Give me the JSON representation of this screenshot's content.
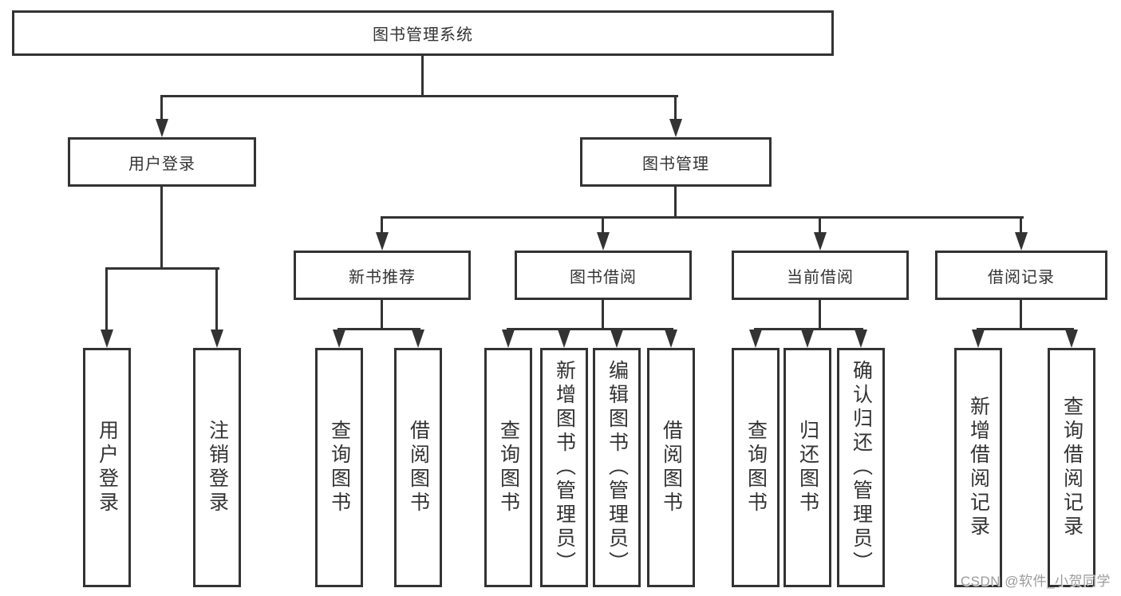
{
  "diagram_title": "图书管理系统",
  "tree": {
    "label": "图书管理系统",
    "children": [
      {
        "label": "用户登录",
        "children": [
          {
            "label": "用户登录"
          },
          {
            "label": "注销登录"
          }
        ]
      },
      {
        "label": "图书管理",
        "children": [
          {
            "label": "新书推荐",
            "children": [
              {
                "label": "查询图书"
              },
              {
                "label": "借阅图书"
              }
            ]
          },
          {
            "label": "图书借阅",
            "children": [
              {
                "label": "查询图书"
              },
              {
                "label": "新增图书（管理员）"
              },
              {
                "label": "编辑图书（管理员）"
              },
              {
                "label": "借阅图书"
              }
            ]
          },
          {
            "label": "当前借阅",
            "children": [
              {
                "label": "查询图书"
              },
              {
                "label": "归还图书"
              },
              {
                "label": "确认归还（管理员）"
              }
            ]
          },
          {
            "label": "借阅记录",
            "children": [
              {
                "label": "新增借阅记录"
              },
              {
                "label": "查询借阅记录"
              }
            ]
          }
        ]
      }
    ]
  },
  "watermark": {
    "text": "CSDN @软件_小贺同学"
  },
  "colors": {
    "line": "#333333",
    "box_border": "#333333",
    "text": "#333333",
    "background": "#ffffff",
    "watermark": "#9b9b9b"
  }
}
